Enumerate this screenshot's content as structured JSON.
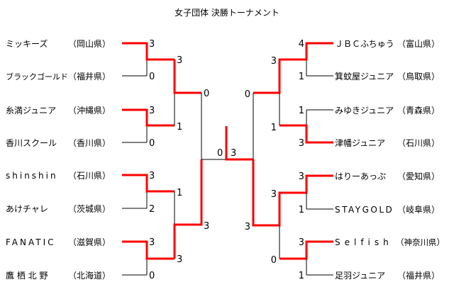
{
  "title": "女子団体 決勝トーナメント",
  "colors": {
    "winner_line": "#ff0000",
    "line": "#000000"
  },
  "left_teams": [
    {
      "name": "ミッキーズ",
      "pref": "（岡山県）",
      "score": "3"
    },
    {
      "name": "ブラックゴールド",
      "pref": "（福井県）",
      "score": "0"
    },
    {
      "name": "糸満ジュニア",
      "pref": "（沖縄県）",
      "score": "3"
    },
    {
      "name": "香川スクール",
      "pref": "（香川県）",
      "score": "0"
    },
    {
      "name": "shinshin",
      "pref": "（石川県）",
      "score": "3"
    },
    {
      "name": "あけチャレ",
      "pref": "（茨城県）",
      "score": "2"
    },
    {
      "name": "FANATIC",
      "pref": "（滋賀県）",
      "score": "3"
    },
    {
      "name": "鷹 栖 北 野",
      "pref": "（北海道）",
      "score": "0"
    }
  ],
  "right_teams": [
    {
      "name": "ＪＢＣふちゅう",
      "pref": "（富山県）",
      "score": "4"
    },
    {
      "name": "箕蚊屋ジュニア",
      "pref": "（鳥取県）",
      "score": "1"
    },
    {
      "name": "みゆきジュニア",
      "pref": "（青森県）",
      "score": "1"
    },
    {
      "name": "津幡ジュニア",
      "pref": "（石川県）",
      "score": "3"
    },
    {
      "name": "はりーあっぷ",
      "pref": "（愛知県）",
      "score": "3"
    },
    {
      "name": "STAYGOLD",
      "pref": "（岐阜県）",
      "score": "1"
    },
    {
      "name": "Selfish",
      "pref": "（神奈川県）",
      "score": "3"
    },
    {
      "name": "足羽ジュニア",
      "pref": "（福井県）",
      "score": "1"
    }
  ],
  "left_r2_scores": [
    "3",
    "1",
    "1",
    "3"
  ],
  "left_r3_scores": [
    "0",
    "3"
  ],
  "right_r2_scores": [
    "3",
    "1",
    "3",
    "0"
  ],
  "right_r3_scores": [
    "0",
    "3"
  ],
  "final": {
    "left_score": "0",
    "right_score": "3"
  }
}
